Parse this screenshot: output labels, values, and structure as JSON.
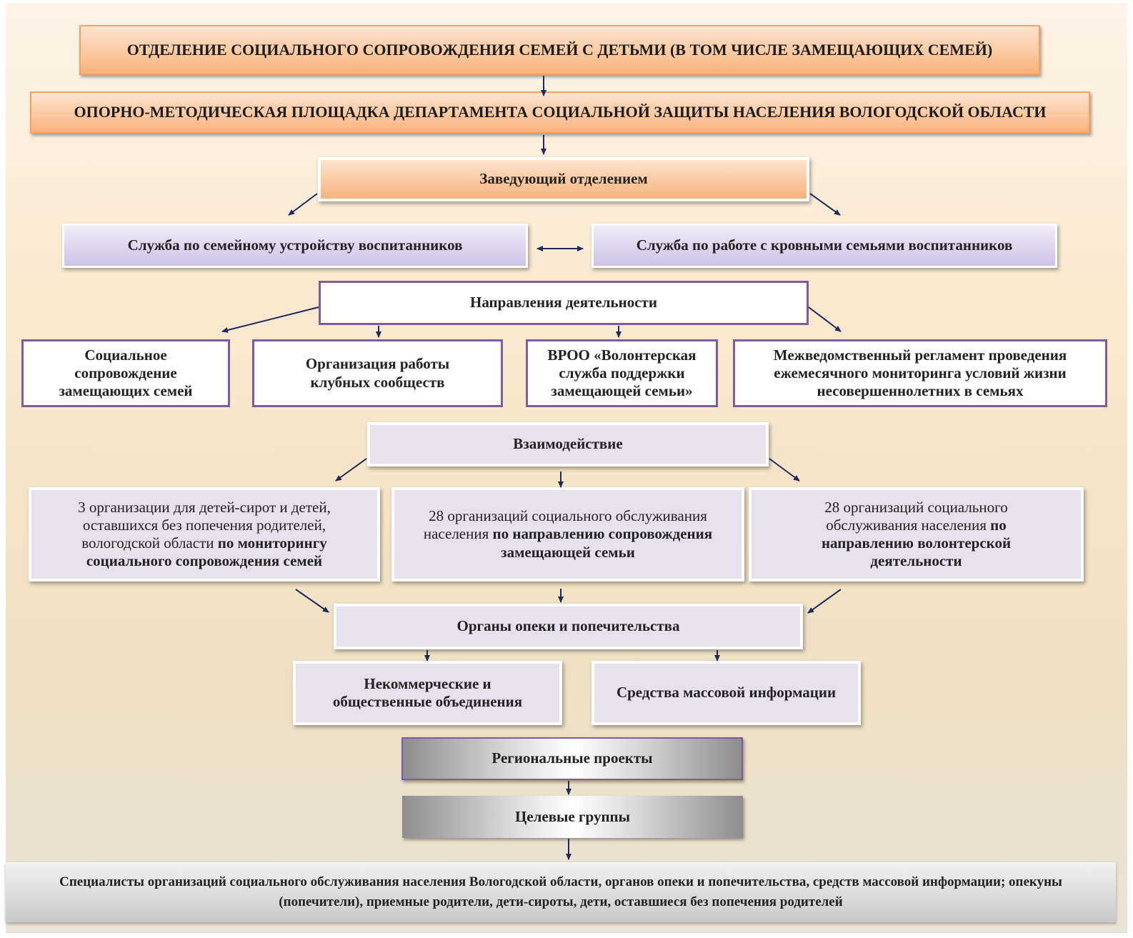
{
  "header": {
    "department": "ОТДЕЛЕНИЕ СОЦИАЛЬНОГО СОПРОВОЖДЕНИЯ СЕМЕЙ С ДЕТЬМИ (В ТОМ ЧИСЛЕ ЗАМЕЩАЮЩИХ СЕМЕЙ)",
    "platform": "ОПОРНО-МЕТОДИЧЕСКАЯ ПЛОЩАДКА ДЕПАРТАМЕНТА  СОЦИАЛЬНОЙ ЗАЩИТЫ НАСЕЛЕНИЯ ВОЛОГОДСКОЙ ОБЛАСТИ"
  },
  "head_of_department": "Заведующий отделением",
  "services": {
    "left": "Служба по семейному устройству воспитанников",
    "right": "Служба по работе с кровными семьями воспитанников"
  },
  "directions": {
    "title": "Направления деятельности",
    "items": [
      "Социальное сопровождение замещающих семей",
      "Организация работы клубных сообществ",
      "ВРОО «Волонтерская служба поддержки замещающей семьи»",
      "Межведомственный регламент проведения ежемесячного мониторинга условий жизни несовершеннолетних в семьях"
    ]
  },
  "interaction": {
    "title": "Взаимодействие",
    "partners": [
      {
        "normal": "3 организации для детей-сирот и детей, оставшихся без попечения родителей, вологодской области ",
        "bold": "по мониторингу социального  сопровождения семей"
      },
      {
        "normal": "28 организаций социального обслуживания населения  ",
        "bold": "по направлению сопровождения замещающей семьи"
      },
      {
        "normal": "28 организаций социального обслуживания населения  ",
        "bold": "по направлению волонтерской деятельности"
      }
    ]
  },
  "guardianship": "Органы опеки и попечительства",
  "others": {
    "ngo": "Некоммерческие и общественные объединения",
    "media": "Средства массовой информации"
  },
  "regional_projects": "Региональные проекты",
  "target_groups": "Целевые группы",
  "target_list": "Специалисты организаций социального обслуживания населения Вологодской области, органов опеки и попечительства, средств массовой информации; опекуны (попечители), приемные родители,  дети-сироты, дети, оставшиеся без попечения родителей",
  "colors": {
    "arrow": "#1f2a5a",
    "orange": "#f8b27c",
    "lilac": "#ddd2ee",
    "purple_border": "#7e5aa0"
  }
}
